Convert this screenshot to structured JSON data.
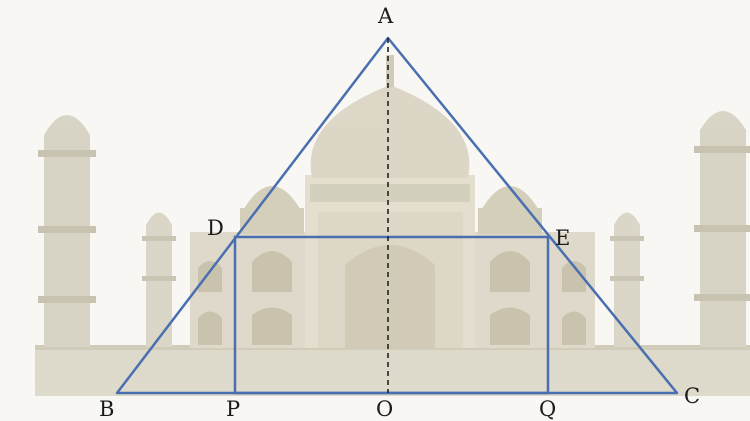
{
  "diagram": {
    "points": {
      "A": "A",
      "B": "B",
      "C": "C",
      "D": "D",
      "E": "E",
      "O": "O",
      "P": "P",
      "Q": "Q"
    },
    "colors": {
      "figure_lines": "#4a6fb0",
      "altitude": "#222222",
      "background_building": "#ddd9cc",
      "sky": "#f7f6f2"
    }
  }
}
